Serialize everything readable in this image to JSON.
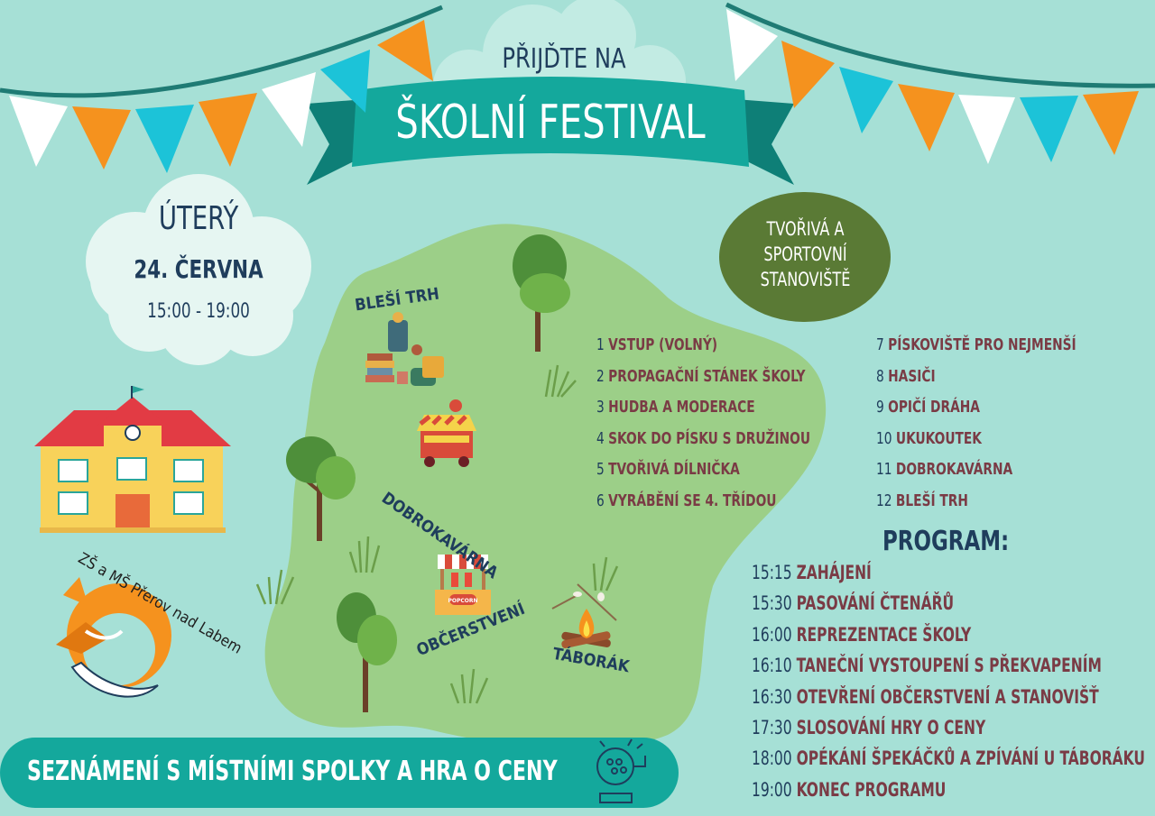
{
  "header": {
    "title_small": "PŘIJĎTE NA",
    "title_big": "ŠKOLNÍ FESTIVAL"
  },
  "date_cloud": {
    "day": "ÚTERÝ",
    "date": "24. ČERVNA",
    "time": "15:00 - 19:00"
  },
  "stanoviste": {
    "line1": "TVOŘIVÁ A",
    "line2": "SPORTOVNÍ",
    "line3": "STANOVIŠTĚ"
  },
  "map_labels": {
    "blesi_trh": "BLEŠÍ TRH",
    "dobrokavarna": "DOBROKAVÁRNA",
    "obcerstveni": "OBČERSTVENÍ",
    "taborak": "TÁBORÁK",
    "popcorn": "POPCORN"
  },
  "logo": {
    "text": "ZŠ a MŠ Přerov nad Labem"
  },
  "stations_left": [
    {
      "num": "1",
      "label": "VSTUP (VOLNÝ)"
    },
    {
      "num": "2",
      "label": "PROPAGAČNÍ STÁNEK ŠKOLY"
    },
    {
      "num": "3",
      "label": "HUDBA A MODERACE"
    },
    {
      "num": "4",
      "label": "SKOK DO PÍSKU S DRUŽINOU"
    },
    {
      "num": "5",
      "label": "TVOŘIVÁ DÍLNIČKA"
    },
    {
      "num": "6",
      "label": "VYRÁBĚNÍ SE 4. TŘÍDOU"
    }
  ],
  "stations_right": [
    {
      "num": "7",
      "label": "PÍSKOVIŠTĚ PRO NEJMENŠÍ"
    },
    {
      "num": "8",
      "label": "HASIČI"
    },
    {
      "num": "9",
      "label": "OPIČÍ DRÁHA"
    },
    {
      "num": "10",
      "label": "UKUKOUTEK"
    },
    {
      "num": "11",
      "label": "DOBROKAVÁRNA"
    },
    {
      "num": "12",
      "label": "BLEŠÍ TRH"
    }
  ],
  "program_title": "PROGRAM:",
  "program": [
    {
      "time": "15:15",
      "event": "ZAHÁJENÍ"
    },
    {
      "time": "15:30",
      "event": "PASOVÁNÍ ČTENÁŘŮ"
    },
    {
      "time": "16:00",
      "event": "REPREZENTACE ŠKOLY"
    },
    {
      "time": "16:10",
      "event": "TANEČNÍ VYSTOUPENÍ S PŘEKVAPENÍM"
    },
    {
      "time": "16:30",
      "event": "OTEVŘENÍ OBČERSTVENÍ A STANOVIŠŤ"
    },
    {
      "time": "17:30",
      "event": "SLOSOVÁNÍ HRY O CENY"
    },
    {
      "time": "18:00",
      "event": "OPÉKÁNÍ ŠPEKÁČKŮ A ZPÍVÁNÍ U TÁBORÁKU"
    },
    {
      "time": "19:00",
      "event": "KONEC PROGRAMU"
    }
  ],
  "bottom_banner": "SEZNÁMENÍ S MÍSTNÍMI SPOLKY A HRA O CENY",
  "colors": {
    "background": "#a6e0d6",
    "teal": "#12a096",
    "dark_green": "#5a7a35",
    "map_green": "#9ccf88",
    "orange": "#f5921e",
    "cyan": "#1cc3d8",
    "navy": "#1f3d5c",
    "maroon": "#7a3b45"
  },
  "icons": [
    "bunting-flags",
    "tree-icon",
    "school-building-icon",
    "fox-logo-icon",
    "campfire-icon",
    "food-stand-icon",
    "coffee-cart-icon",
    "flea-market-icon",
    "lottery-drum-icon",
    "grass-icon"
  ]
}
